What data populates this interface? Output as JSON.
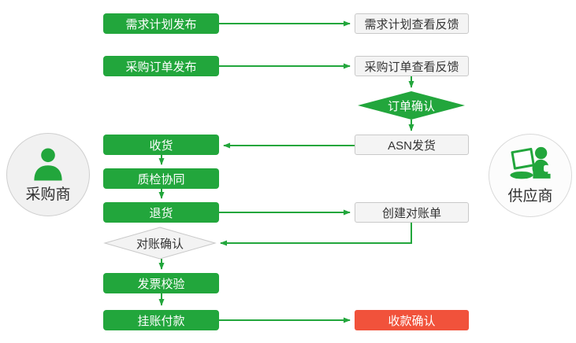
{
  "colors": {
    "green": "#22A63C",
    "red": "#F1523B",
    "node_bg": "#f4f4f4",
    "node_border": "#c9c9c9",
    "diamond_bg": "#f3f3f3",
    "text_dark": "#333333"
  },
  "actors": {
    "buyer": {
      "label": "采购商",
      "icon": "person-icon"
    },
    "supplier": {
      "label": "供应商",
      "icon": "person-laptop-icon"
    }
  },
  "nodes": {
    "demand_plan_publish": {
      "label": "需求计划发布",
      "type": "process-buyer"
    },
    "demand_plan_feedback": {
      "label": "需求计划查看反馈",
      "type": "process-supplier"
    },
    "po_publish": {
      "label": "采购订单发布",
      "type": "process-buyer"
    },
    "po_feedback": {
      "label": "采购订单查看反馈",
      "type": "process-supplier"
    },
    "order_confirm": {
      "label": "订单确认",
      "type": "decision-green"
    },
    "asn_ship": {
      "label": "ASN发货",
      "type": "process-supplier"
    },
    "receive": {
      "label": "收货",
      "type": "process-buyer"
    },
    "quality_collab": {
      "label": "质检协同",
      "type": "process-buyer"
    },
    "return_goods": {
      "label": "退货",
      "type": "process-buyer"
    },
    "create_statement": {
      "label": "创建对账单",
      "type": "process-supplier"
    },
    "statement_confirm": {
      "label": "对账确认",
      "type": "decision-white"
    },
    "invoice_check": {
      "label": "发票校验",
      "type": "process-buyer"
    },
    "payment": {
      "label": "挂账付款",
      "type": "process-buyer"
    },
    "receipt_confirm": {
      "label": "收款确认",
      "type": "highlight-red"
    }
  },
  "edges": [
    {
      "from": "demand_plan_publish",
      "to": "demand_plan_feedback"
    },
    {
      "from": "po_publish",
      "to": "po_feedback"
    },
    {
      "from": "po_feedback",
      "to": "order_confirm"
    },
    {
      "from": "order_confirm",
      "to": "asn_ship"
    },
    {
      "from": "asn_ship",
      "to": "receive"
    },
    {
      "from": "receive",
      "to": "quality_collab"
    },
    {
      "from": "quality_collab",
      "to": "return_goods"
    },
    {
      "from": "return_goods",
      "to": "create_statement"
    },
    {
      "from": "create_statement",
      "to": "statement_confirm"
    },
    {
      "from": "statement_confirm",
      "to": "invoice_check"
    },
    {
      "from": "invoice_check",
      "to": "payment"
    },
    {
      "from": "payment",
      "to": "receipt_confirm"
    }
  ]
}
